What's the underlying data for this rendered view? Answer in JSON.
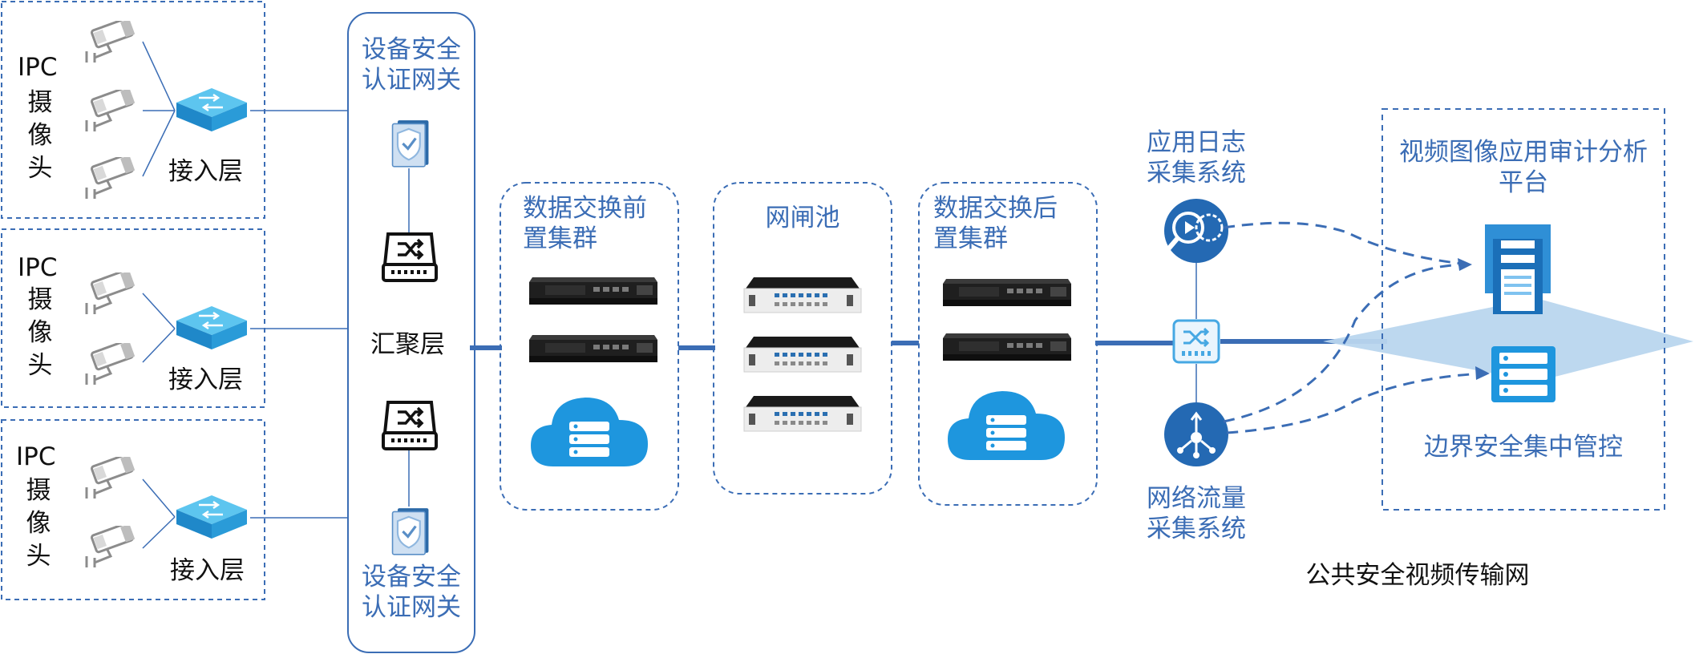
{
  "ipc_groups": [
    {
      "ipc": "IPC",
      "cam": [
        "摄",
        "像",
        "头"
      ],
      "access": "接入层"
    },
    {
      "ipc": "IPC",
      "cam": [
        "摄",
        "像",
        "头"
      ],
      "access": "接入层"
    },
    {
      "ipc": "IPC",
      "cam": [
        "摄",
        "像",
        "头"
      ],
      "access": "接入层"
    }
  ],
  "aggregation": {
    "gateway_top": [
      "设备安全",
      "认证网关"
    ],
    "label": "汇聚层",
    "gateway_bottom": [
      "设备安全",
      "认证网关"
    ]
  },
  "front_cluster": [
    "数据交换前",
    "置集群"
  ],
  "gateway_pool": "网闸池",
  "back_cluster": [
    "数据交换后",
    "置集群"
  ],
  "log_system": [
    "应用日志",
    "采集系统"
  ],
  "traffic_system": [
    "网络流量",
    "采集系统"
  ],
  "platform": {
    "audit": [
      "视频图像应用审计分析",
      "平台"
    ],
    "border": "边界安全集中管控"
  },
  "network_label": "公共安全视频传输网",
  "colors": {
    "accent_blue": "#3B6DB5",
    "light_blue": "#2D9BE0",
    "dark_server": "#262626",
    "cone": "#B9D6EE"
  }
}
